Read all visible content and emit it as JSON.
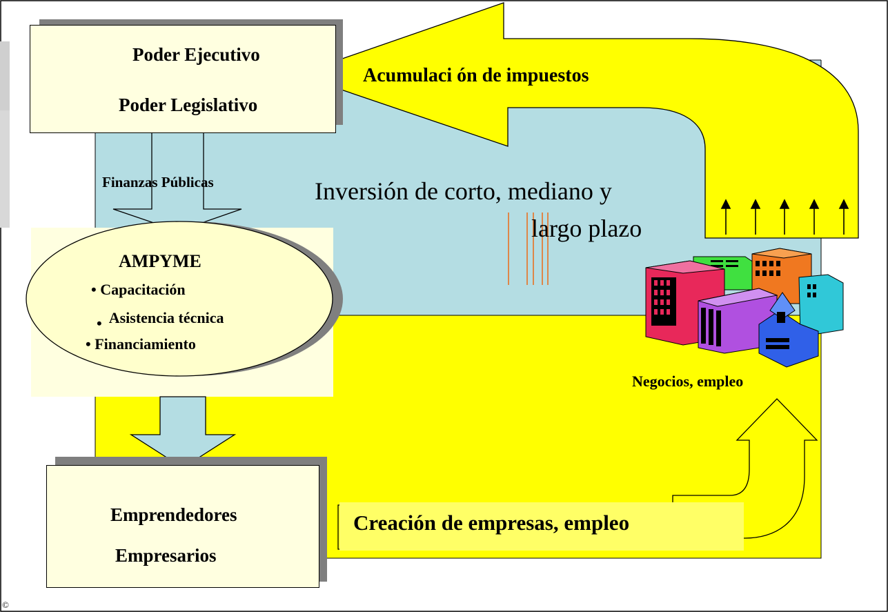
{
  "colors": {
    "panel_blue": "#b4dde3",
    "panel_yellow": "#ffff00",
    "box_fill": "#ffffe0",
    "ellipse_fill": "#ffffcc",
    "arrow_yellow": "#ffff00",
    "arrow_blue": "#b4dde3",
    "shadow_gray": "#7f7f7f",
    "accent_orange": "#e87020"
  },
  "nodes": {
    "executive": "Poder Ejecutivo",
    "legislative": "Poder Legislativo",
    "ampyme_title": "AMPYME",
    "ampyme_items": [
      "Capacitación",
      "Asistencia técnica",
      "Financiamiento"
    ],
    "entrepreneurs": "Emprendedores",
    "businesspeople": "Empresarios",
    "business_employment": "Negocios, empleo"
  },
  "edges": {
    "public_finances": "Finanzas Públicas",
    "tax_accumulation": "Acumulaci ón de impuestos",
    "company_creation": "Creación de empresas, empleo"
  },
  "center_text": {
    "line1": "Inversión de corto, mediano y",
    "line2": "largo plazo"
  },
  "bullet_char": "•",
  "footer_mark": "©",
  "icons": {
    "buildings": "office-buildings-clipart-icon"
  }
}
